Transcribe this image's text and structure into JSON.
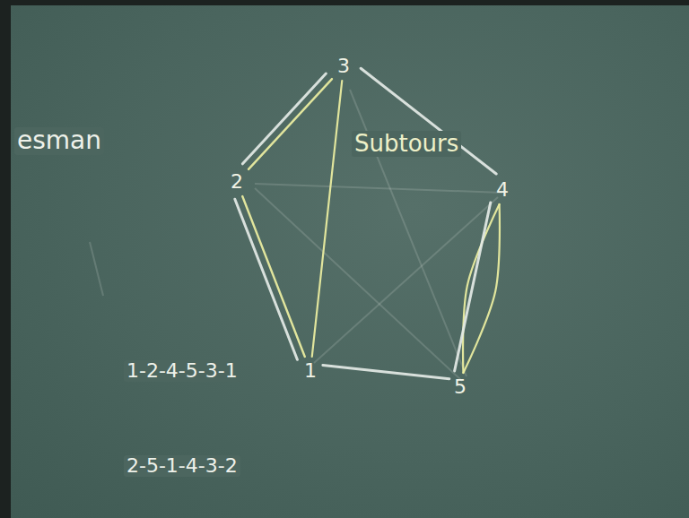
{
  "diagram": {
    "nodes": [
      {
        "text": [
          "3"
        ]
      },
      {
        "text": [
          "2"
        ]
      },
      {
        "text": [
          "4"
        ]
      },
      {
        "text": [
          "1"
        ]
      },
      {
        "text": [
          "5"
        ]
      }
    ],
    "edges": [
      {
        "from": 3,
        "to": 1,
        "arrow": "none"
      },
      {
        "from": 1,
        "to": 0,
        "arrow": "none"
      },
      {
        "from": 0,
        "to": 3,
        "arrow": "none"
      },
      {
        "from": 2,
        "to": 4,
        "arrow": "none"
      },
      {
        "from": 4,
        "to": 2,
        "arrow": "none"
      },
      {
        "from": 3,
        "to": 1,
        "arrow": "none"
      },
      {
        "from": 1,
        "to": 0,
        "arrow": "none"
      },
      {
        "from": 0,
        "to": 2,
        "arrow": "none"
      },
      {
        "from": 2,
        "to": 4,
        "arrow": "none"
      },
      {
        "from": 4,
        "to": 3,
        "arrow": "none"
      }
    ],
    "labels": [
      "esman",
      "Subtours",
      "1-2-4-5-3-1",
      "2-5-1-4-3-2"
    ]
  }
}
